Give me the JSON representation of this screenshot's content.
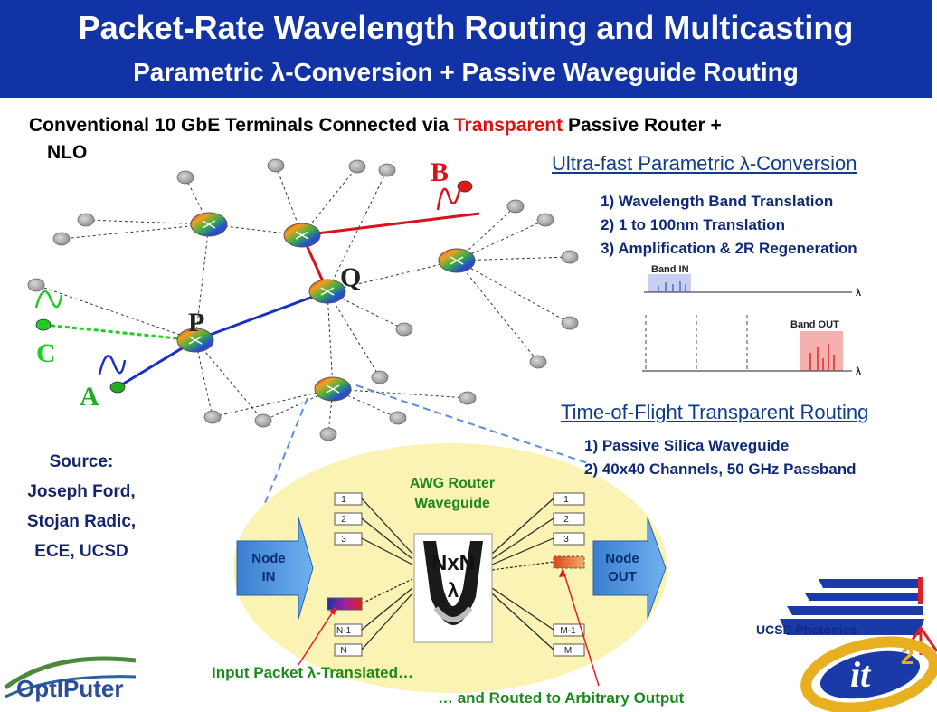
{
  "header": {
    "title": "Packet-Rate Wavelength Routing and Multicasting",
    "subtitle": "Parametric λ-Conversion + Passive Waveguide Routing"
  },
  "intro": {
    "pre": "Conventional 10 GbE Terminals Connected via ",
    "highlight": "Transparent",
    "post": " Passive Router +",
    "line2": "NLO"
  },
  "network": {
    "label_a": "A",
    "label_b": "B",
    "label_c": "C",
    "label_p": "P",
    "label_q": "Q",
    "colors": {
      "red_path": "#d8121a",
      "blue_path": "#1830c8",
      "green_path": "#22cc22"
    }
  },
  "conversion": {
    "title": "Ultra-fast Parametric λ-Conversion",
    "items": [
      "1) Wavelength Band Translation",
      "2) 1 to 100nm Translation",
      "3) Amplification & 2R Regeneration"
    ],
    "band_in": "Band IN",
    "band_out": "Band OUT",
    "lambda": "λ"
  },
  "routing": {
    "title": "Time-of-Flight Transparent Routing",
    "items": [
      "1) Passive Silica Waveguide",
      "2) 40x40 Channels, 50 GHz Passband"
    ]
  },
  "source": {
    "lines": [
      "Source:",
      "Joseph Ford,",
      "Stojan Radic,",
      "ECE, UCSD"
    ]
  },
  "awg": {
    "title_line1": "AWG Router",
    "title_line2": "Waveguide",
    "node_in_1": "Node",
    "node_in_2": "IN",
    "node_out_1": "Node",
    "node_out_2": "OUT",
    "center_label": "NxN",
    "center_lambda": "λ",
    "in_ports": [
      "1",
      "2",
      "3",
      "N-1",
      "N"
    ],
    "out_ports": [
      "1",
      "2",
      "3",
      "M-1",
      "M"
    ]
  },
  "annotations": {
    "input_translated": "Input Packet λ-Translated…",
    "routed_output": "… and Routed to Arbitrary Output"
  },
  "logos": {
    "optiputer": "OptIPuter",
    "ucsd_photonics": "UCSD Photonics",
    "it2": "it",
    "it2_sup": "2"
  }
}
